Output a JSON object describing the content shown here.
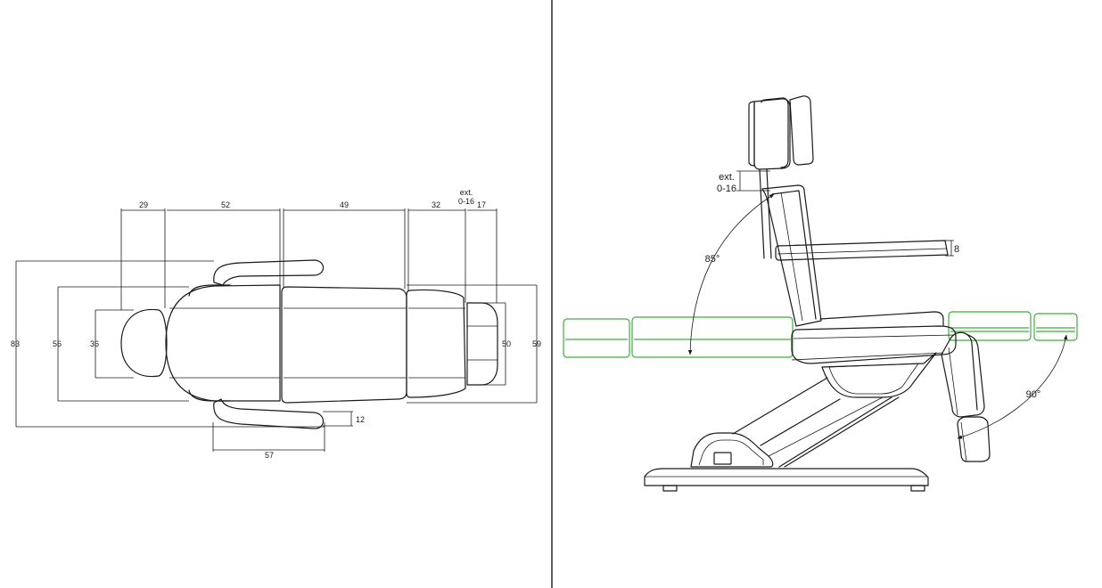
{
  "colors": {
    "line": "#1a1a1a",
    "position_alt": "#3fae3f",
    "background": "#ffffff"
  },
  "top_view": {
    "widths": {
      "headrest": "29",
      "backrest": "52",
      "seat": "49",
      "leg": "32",
      "foot": "17",
      "ext_line1": "ext.",
      "ext_line2": "0-16"
    },
    "heights": {
      "overall": "83",
      "body": "56",
      "headrest": "36",
      "foot": "50",
      "right_overall": "59"
    },
    "armrest": {
      "thickness": "12",
      "length": "57"
    }
  },
  "side_view": {
    "headrest_ext_line1": "ext.",
    "headrest_ext_line2": "0-16",
    "armrest_height": "8",
    "backrest_angle": "85°",
    "legrest_angle": "90°"
  }
}
